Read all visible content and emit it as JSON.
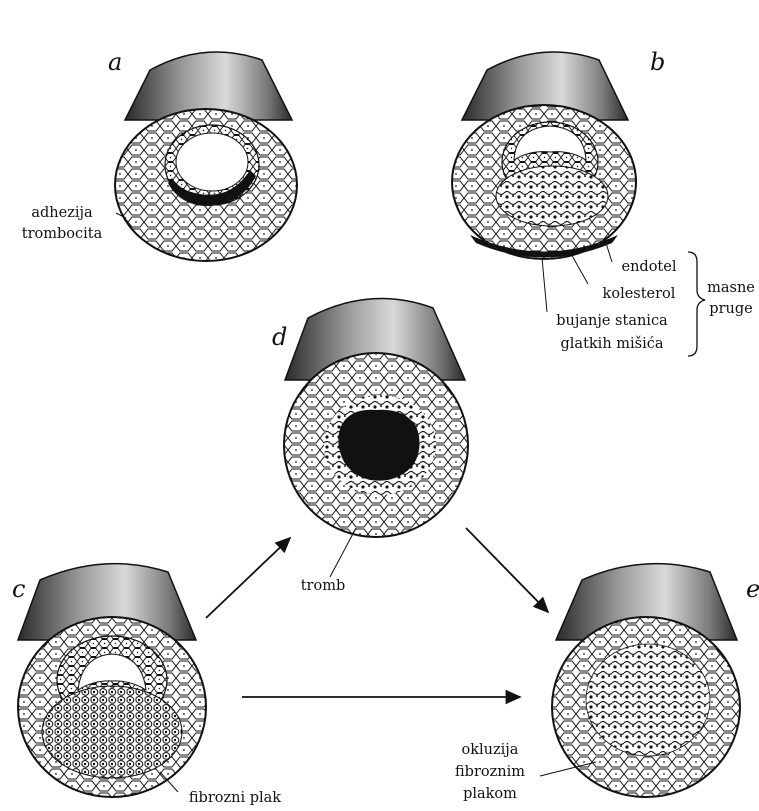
{
  "panels": [
    {
      "id": "a",
      "letter": "a",
      "labels": [
        "adhezija",
        "trombocita"
      ]
    },
    {
      "id": "b",
      "letter": "b",
      "labels": [
        "endotel",
        "kolesterol",
        "bujanje stanica",
        "glatkih mišića"
      ],
      "bracket_label": [
        "masne",
        "pruge"
      ]
    },
    {
      "id": "c",
      "letter": "c",
      "labels": [
        "fibrozni plak"
      ]
    },
    {
      "id": "d",
      "letter": "d",
      "labels": [
        "tromb"
      ]
    },
    {
      "id": "e",
      "letter": "e",
      "labels": [
        "okluzija",
        "fibroznim",
        "plakom"
      ]
    }
  ],
  "colors": {
    "ink": "#111111",
    "cylinder_dark": "#2a2a2a",
    "cylinder_light": "#d9d9d9",
    "background": "#ffffff"
  },
  "arrows": [
    "c-to-d",
    "d-to-e",
    "c-to-e"
  ]
}
